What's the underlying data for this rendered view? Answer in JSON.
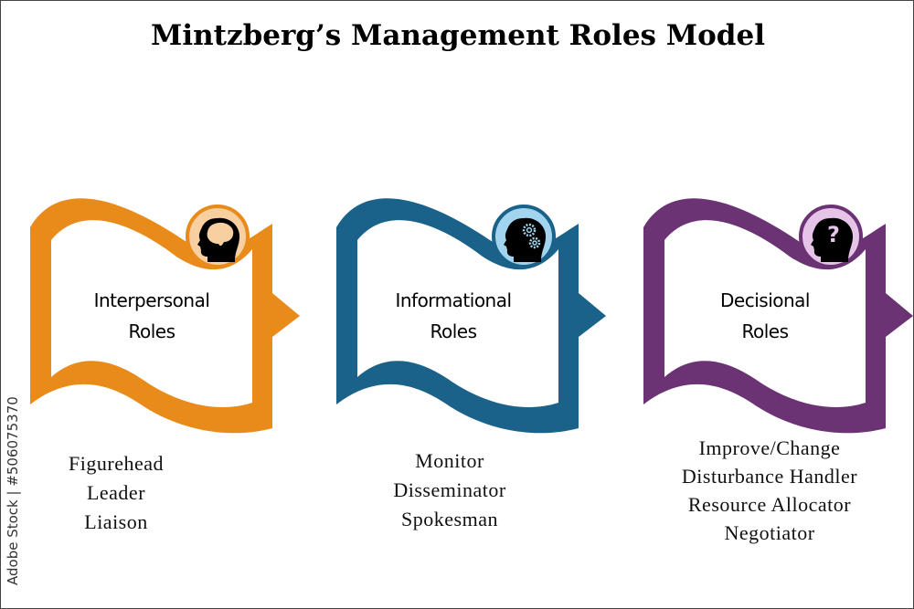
{
  "title": "Mintzberg’s Management Roles Model",
  "watermark": "Adobe Stock | #506075370",
  "panels": [
    {
      "label_line1": "Interpersonal",
      "label_line2": "Roles",
      "color": "#E88B1A",
      "circle_fill": "#F7CFA0",
      "icon": "head-brain-icon",
      "items": [
        "Figurehead",
        "Leader",
        "Liaison"
      ]
    },
    {
      "label_line1": "Informational",
      "label_line2": "Roles",
      "color": "#1B628A",
      "circle_fill": "#A3D4EF",
      "icon": "head-gears-icon",
      "items": [
        "Monitor",
        "Disseminator",
        "Spokesman"
      ]
    },
    {
      "label_line1": "Decisional",
      "label_line2": "Roles",
      "color": "#6B3373",
      "circle_fill": "#E6C4E8",
      "icon": "head-question-icon",
      "items": [
        "Improve/Change",
        "Disturbance Handler",
        "Resource Allocator",
        "Negotiator"
      ]
    }
  ]
}
